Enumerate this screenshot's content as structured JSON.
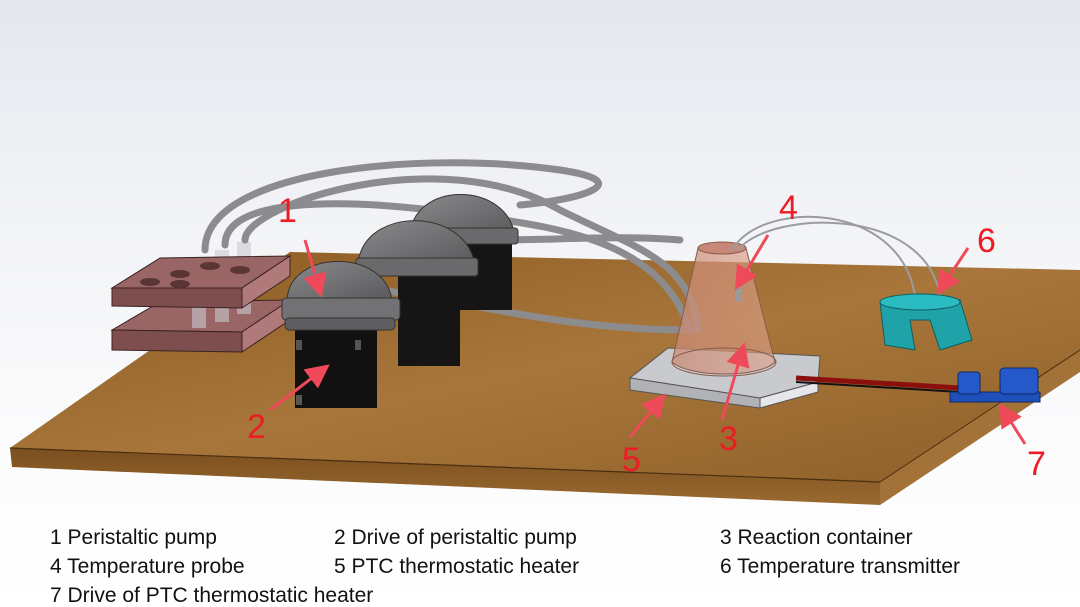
{
  "figure": {
    "callouts": [
      {
        "number": "1",
        "target": "Peristaltic pump"
      },
      {
        "number": "2",
        "target": "Drive of peristaltic pump"
      },
      {
        "number": "3",
        "target": "Reaction container"
      },
      {
        "number": "4",
        "target": "Temperature probe"
      },
      {
        "number": "5",
        "target": "PTC thermostatic heater"
      },
      {
        "number": "6",
        "target": "Temperature transmitter"
      },
      {
        "number": "7",
        "target": "Drive of PTC thermostatic heater"
      }
    ],
    "legend": [
      {
        "label": "1 Peristaltic pump"
      },
      {
        "label": "2 Drive  of peristaltic pump"
      },
      {
        "label": "3 Reaction container"
      },
      {
        "label": "4 Temperature probe"
      },
      {
        "label": "5 PTC  thermostatic heater"
      },
      {
        "label": "6 Temperature transmitter"
      },
      {
        "label": "7 Drive of PTC  thermostatic heater"
      }
    ],
    "colors": {
      "callout": "#ec1c24",
      "arrow": "#ef4a5a",
      "wood": "#9a6a2e",
      "pump_head": "#6e6e70",
      "motor": "#141414",
      "rack": "#8a5a5a",
      "flask": "#d4907c",
      "heater_plate": "#c8cacd",
      "transmitter": "#1fa3a8",
      "drive": "#1f4fb8"
    }
  }
}
